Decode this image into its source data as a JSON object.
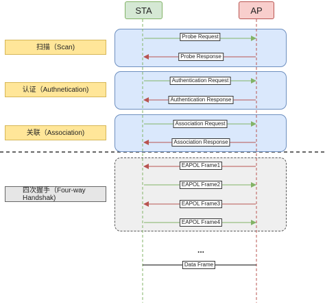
{
  "actors": {
    "sta": "STA",
    "ap": "AP"
  },
  "stages": {
    "scan": "扫描（Scan)",
    "auth": "认证（Authnetication)",
    "assoc": "关联（Association)",
    "handshake": "四次握手（Four-way Handshak)"
  },
  "messages": {
    "probe_request": "Probe Request",
    "probe_response": "Probe Response",
    "auth_request": "Authentication Request",
    "auth_response": "Authentication Response",
    "assoc_request": "Association Request",
    "assoc_response": "Association Response",
    "eapol1": "EAPOL Frame1",
    "eapol2": "EAPOL Frame2",
    "eapol3": "EAPOL Frame3",
    "eapol4": "EAPOL Frame4",
    "data_frame": "Data Frame"
  },
  "ellipsis": "...",
  "colors": {
    "request_arrow": "#82b366",
    "response_arrow": "#b85450",
    "data_arrow": "#000000",
    "sta_lifeline": "#82b366",
    "ap_lifeline": "#b85450"
  }
}
